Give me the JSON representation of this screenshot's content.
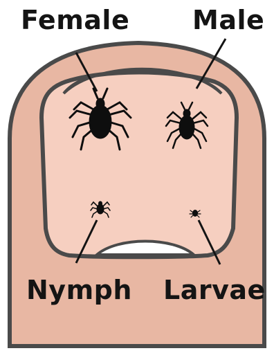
{
  "labels": {
    "female": "Female",
    "male": "Male",
    "nymph": "Nymph",
    "larvae": "Larvae"
  },
  "colors": {
    "skin": "#E8B7A3",
    "nail_bed": "#F6CFC0",
    "outline": "#4A4A4A",
    "nail_tip": "#FFFFFF",
    "tick": "#0E0E0E",
    "text": "#141414"
  }
}
